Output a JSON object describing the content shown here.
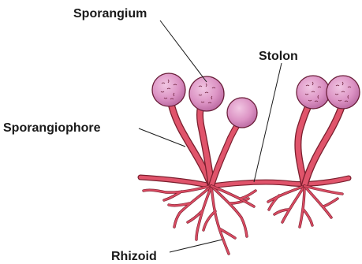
{
  "labels": {
    "sporangium": "Sporangium",
    "stolon": "Stolon",
    "sporangiophore": "Sporangiophore",
    "rhizoid": "Rhizoid"
  },
  "colors": {
    "hypha": "#e0546b",
    "hypha_outline": "#7a1f2e",
    "sporangium_fill": "#d98fc0",
    "sporangium_outline": "#6b1f3a",
    "label_text": "#1a1a1a"
  }
}
